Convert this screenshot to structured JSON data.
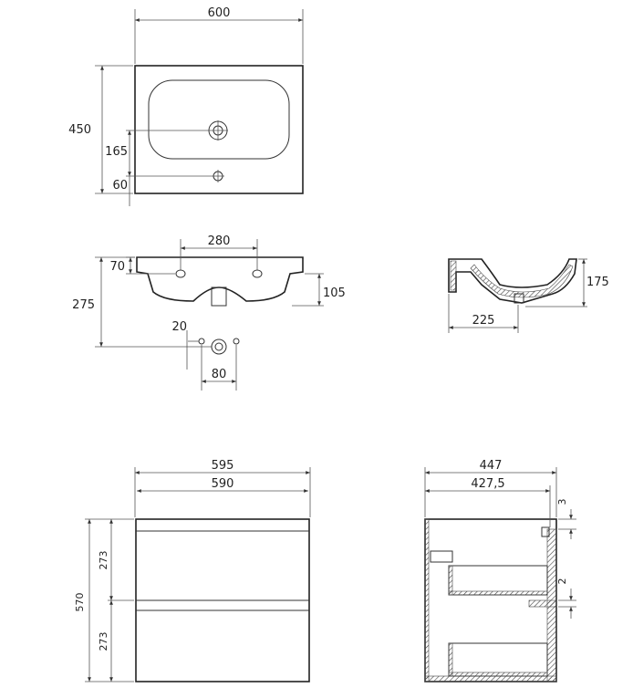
{
  "basin_top_view": {
    "width_label": "600",
    "depth_label": "450",
    "drain_offset_label": "165",
    "tap_offset_label": "60"
  },
  "basin_front_view": {
    "hole_spacing_label": "280",
    "top_to_hole_label": "70",
    "height_label": "275",
    "bowl_depth_label": "105",
    "hole_offset_label": "20",
    "hole_span_label": "80"
  },
  "basin_side_view": {
    "height_label": "175",
    "depth_label": "225"
  },
  "cabinet_front_view": {
    "outer_width_label": "595",
    "inner_width_label": "590",
    "total_height_label": "570",
    "upper_drawer_label": "273",
    "lower_drawer_label": "273"
  },
  "cabinet_side_view": {
    "outer_depth_label": "447",
    "inner_depth_label": "427,5",
    "top_gap_label": "3",
    "mid_gap_label": "2"
  }
}
